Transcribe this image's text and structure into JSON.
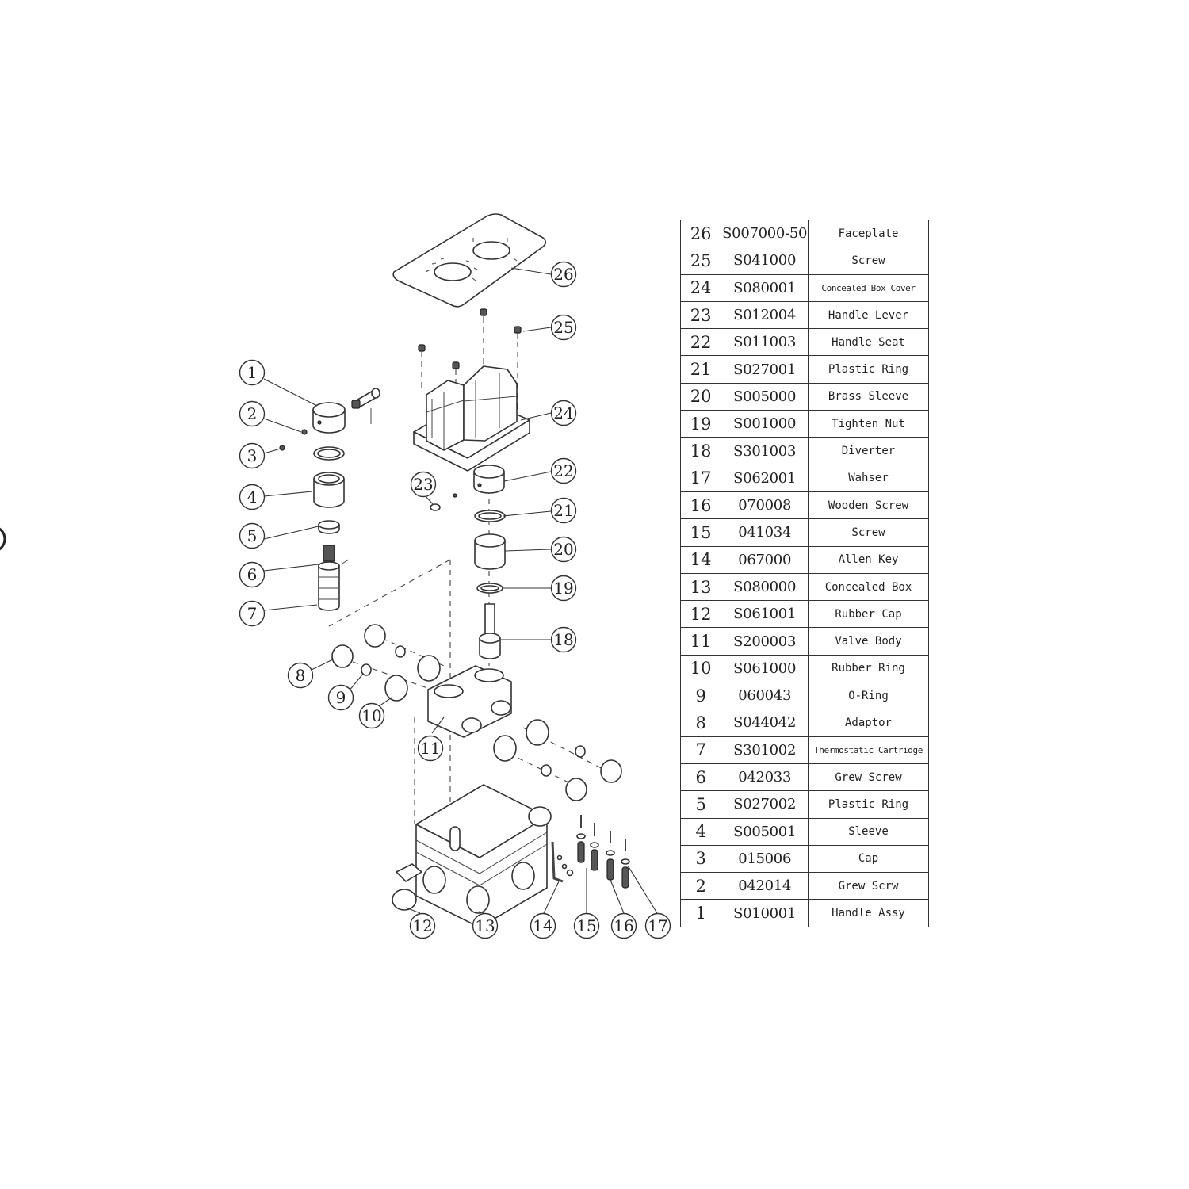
{
  "parts": [
    {
      "no": "26",
      "code": "S007000-50",
      "name": "Faceplate"
    },
    {
      "no": "25",
      "code": "S041000",
      "name": "Screw"
    },
    {
      "no": "24",
      "code": "S080001",
      "name": "Concealed Box Cover"
    },
    {
      "no": "23",
      "code": "S012004",
      "name": "Handle Lever"
    },
    {
      "no": "22",
      "code": "S011003",
      "name": "Handle Seat"
    },
    {
      "no": "21",
      "code": "S027001",
      "name": "Plastic Ring"
    },
    {
      "no": "20",
      "code": "S005000",
      "name": "Brass Sleeve"
    },
    {
      "no": "19",
      "code": "S001000",
      "name": "Tighten Nut"
    },
    {
      "no": "18",
      "code": "S301003",
      "name": "Diverter"
    },
    {
      "no": "17",
      "code": "S062001",
      "name": "Wahser"
    },
    {
      "no": "16",
      "code": "070008",
      "name": "Wooden Screw"
    },
    {
      "no": "15",
      "code": "041034",
      "name": "Screw"
    },
    {
      "no": "14",
      "code": "067000",
      "name": "Allen Key"
    },
    {
      "no": "13",
      "code": "S080000",
      "name": "Concealed Box"
    },
    {
      "no": "12",
      "code": "S061001",
      "name": "Rubber Cap"
    },
    {
      "no": "11",
      "code": "S200003",
      "name": "Valve Body"
    },
    {
      "no": "10",
      "code": "S061000",
      "name": "Rubber Ring"
    },
    {
      "no": "9",
      "code": "060043",
      "name": "O-Ring"
    },
    {
      "no": "8",
      "code": "S044042",
      "name": "Adaptor"
    },
    {
      "no": "7",
      "code": "S301002",
      "name": "Thermostatic Cartridge"
    },
    {
      "no": "6",
      "code": "042033",
      "name": "Grew Screw"
    },
    {
      "no": "5",
      "code": "S027002",
      "name": "Plastic Ring"
    },
    {
      "no": "4",
      "code": "S005001",
      "name": "Sleeve"
    },
    {
      "no": "3",
      "code": "015006",
      "name": "Cap"
    },
    {
      "no": "2",
      "code": "042014",
      "name": "Grew Scrw"
    },
    {
      "no": "1",
      "code": "S010001",
      "name": "Handle Assy"
    }
  ],
  "callouts": [
    "1",
    "2",
    "3",
    "4",
    "5",
    "6",
    "7",
    "8",
    "9",
    "10",
    "11",
    "12",
    "13",
    "14",
    "15",
    "16",
    "17",
    "18",
    "19",
    "20",
    "21",
    "22",
    "23",
    "24",
    "25",
    "26"
  ]
}
